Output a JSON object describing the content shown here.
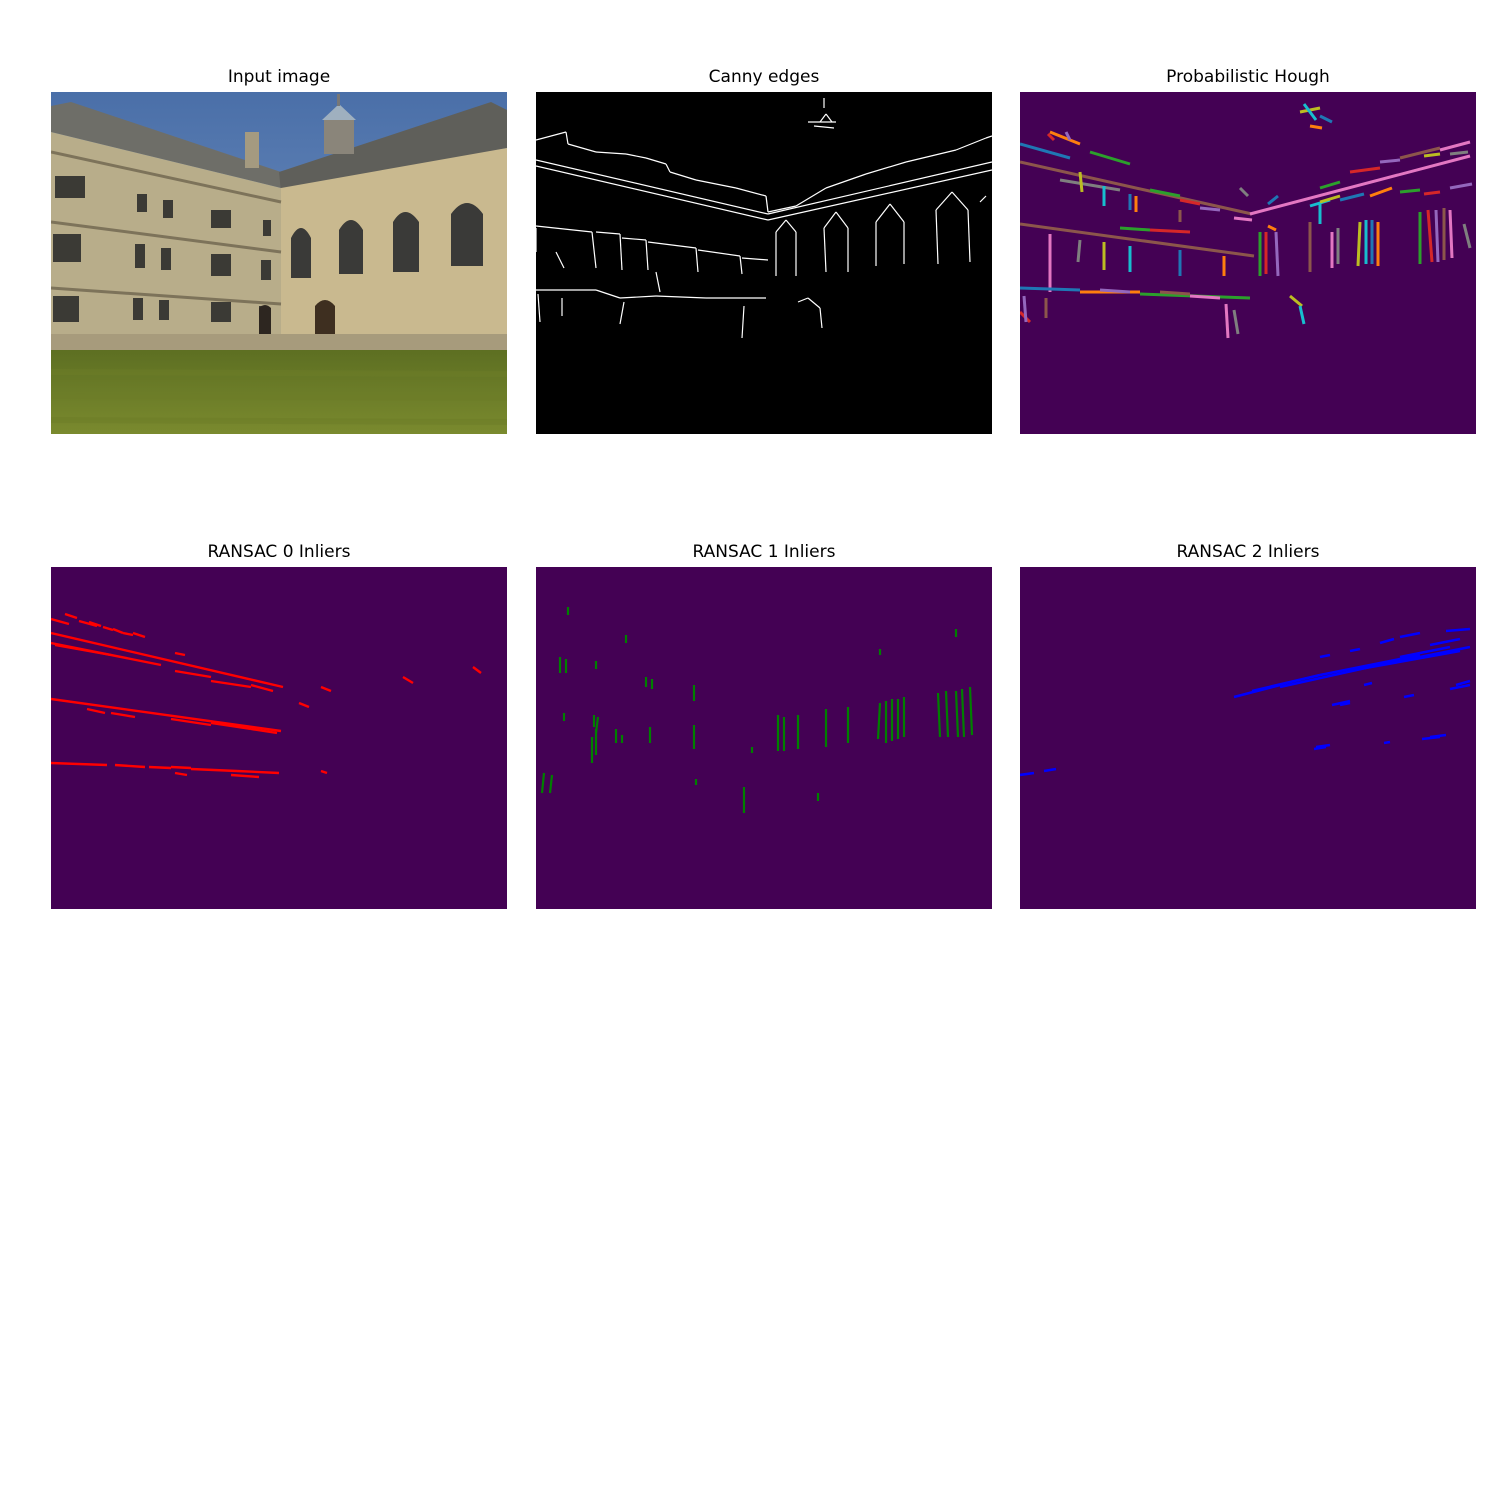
{
  "figure": {
    "panels": [
      {
        "title": "Input image"
      },
      {
        "title": "Canny edges"
      },
      {
        "title": "Probabilistic Hough"
      },
      {
        "title": "RANSAC 0 Inliers"
      },
      {
        "title": "RANSAC 1 Inliers"
      },
      {
        "title": "RANSAC 2 Inliers"
      }
    ]
  },
  "colors": {
    "background": "#440154",
    "edges_bg": "#000000",
    "edge_line": "#ffffff",
    "ransac_0": "#ff0000",
    "ransac_1": "#008000",
    "ransac_2": "#0000ff",
    "hough_palette": [
      "#1f77b4",
      "#ff7f0e",
      "#2ca02c",
      "#d62728",
      "#9467bd",
      "#8c564b",
      "#e377c2",
      "#7f7f7f",
      "#bcbd22",
      "#17becf"
    ]
  }
}
